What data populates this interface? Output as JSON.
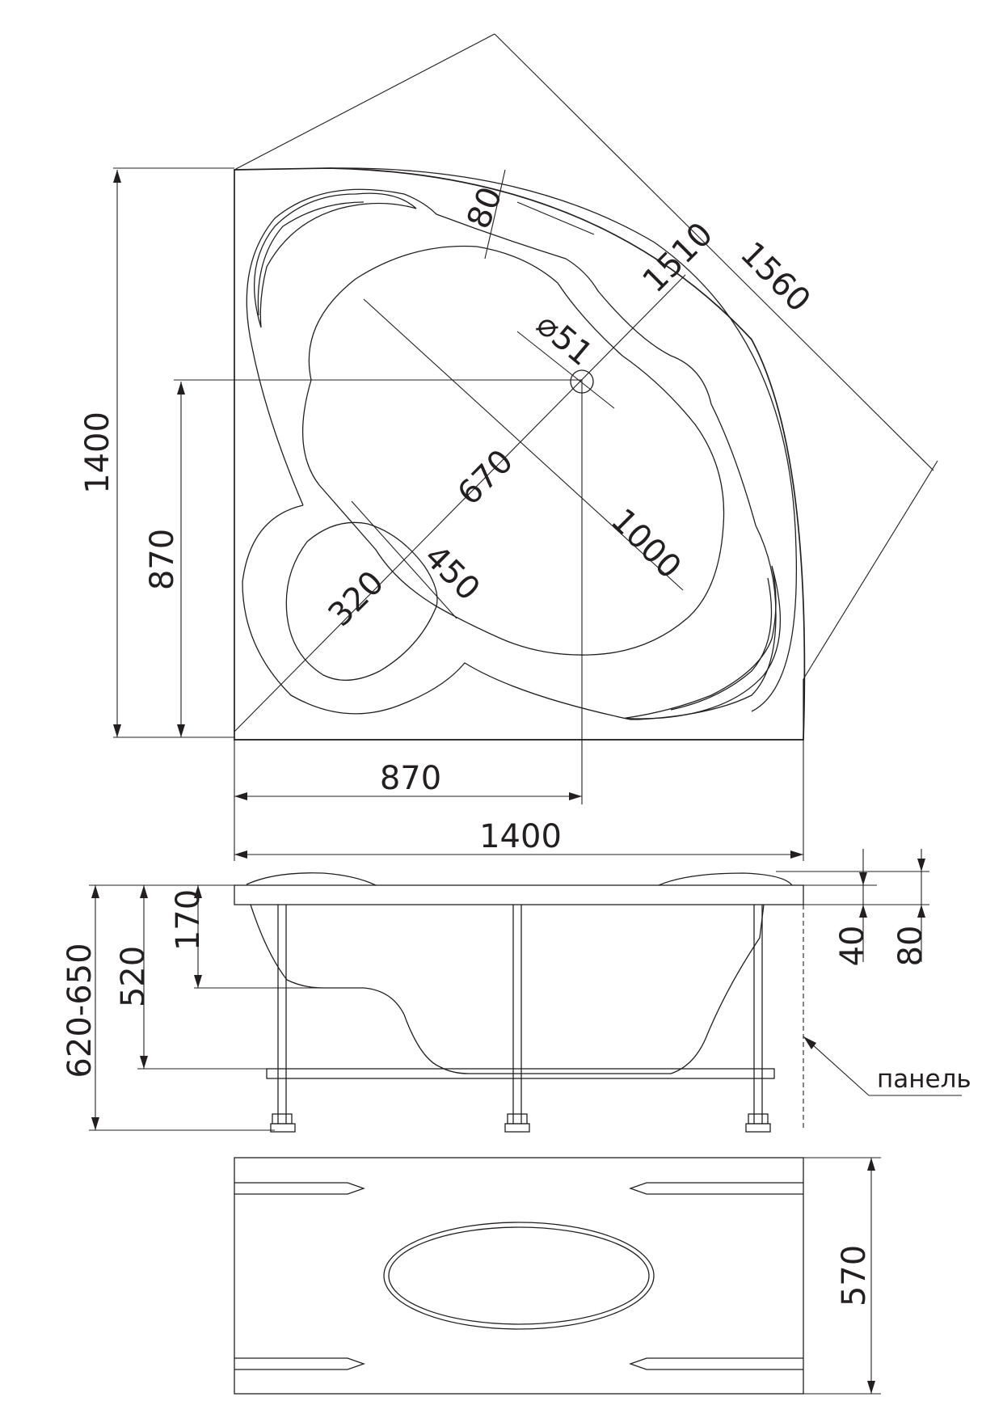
{
  "top_view": {
    "width": "1400",
    "height": "1400",
    "drain_offset_x": "870",
    "drain_offset_y": "870",
    "diagonal_outer": "1560",
    "diagonal_inner": "1510",
    "rim_width": "80",
    "drain_diameter": "⌀51",
    "bowl_length": "1000",
    "bowl_width": "670",
    "seat_length": "450",
    "seat_diameter": "320"
  },
  "side_view": {
    "total_height": "620-650",
    "bowl_depth": "520",
    "seat_depth": "170",
    "rim_thickness": "40",
    "rim_height": "80",
    "panel_label": "панель"
  },
  "panel_view": {
    "height": "570"
  }
}
